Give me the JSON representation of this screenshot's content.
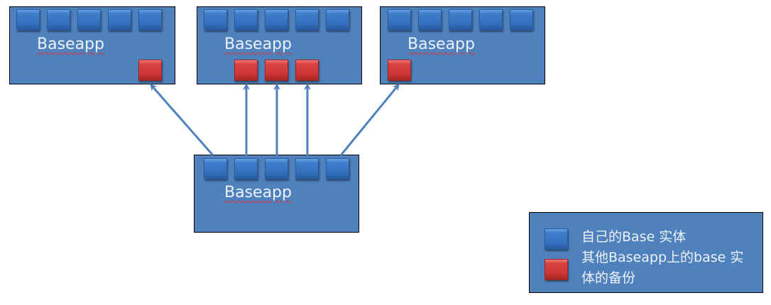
{
  "diagram": {
    "top_baseapps": [
      {
        "label": "Baseapp",
        "own_entities": 5,
        "backup_entities": 1
      },
      {
        "label": "Baseapp",
        "own_entities": 5,
        "backup_entities": 3
      },
      {
        "label": "Baseapp",
        "own_entities": 5,
        "backup_entities": 1
      }
    ],
    "bottom_baseapp": {
      "label": "Baseapp",
      "own_entities": 5
    },
    "arrows": [
      {
        "from": "bottom_baseapp.entity_1",
        "to": "top_baseapps.0.backup_1"
      },
      {
        "from": "bottom_baseapp.entity_2",
        "to": "top_baseapps.1.backup_1"
      },
      {
        "from": "bottom_baseapp.entity_3",
        "to": "top_baseapps.1.backup_2"
      },
      {
        "from": "bottom_baseapp.entity_4",
        "to": "top_baseapps.1.backup_3"
      },
      {
        "from": "bottom_baseapp.entity_5",
        "to": "top_baseapps.2.backup_1"
      }
    ],
    "colors": {
      "box": "#4f81bd",
      "own_entity": "#3f7fcc",
      "backup_entity": "#d94441",
      "arrow": "#4f81bd"
    }
  },
  "legend": {
    "own_label": "自己的Base 实体",
    "backup_label_line1": "其他Baseapp上的base 实",
    "backup_label_line2": "体的备份"
  }
}
